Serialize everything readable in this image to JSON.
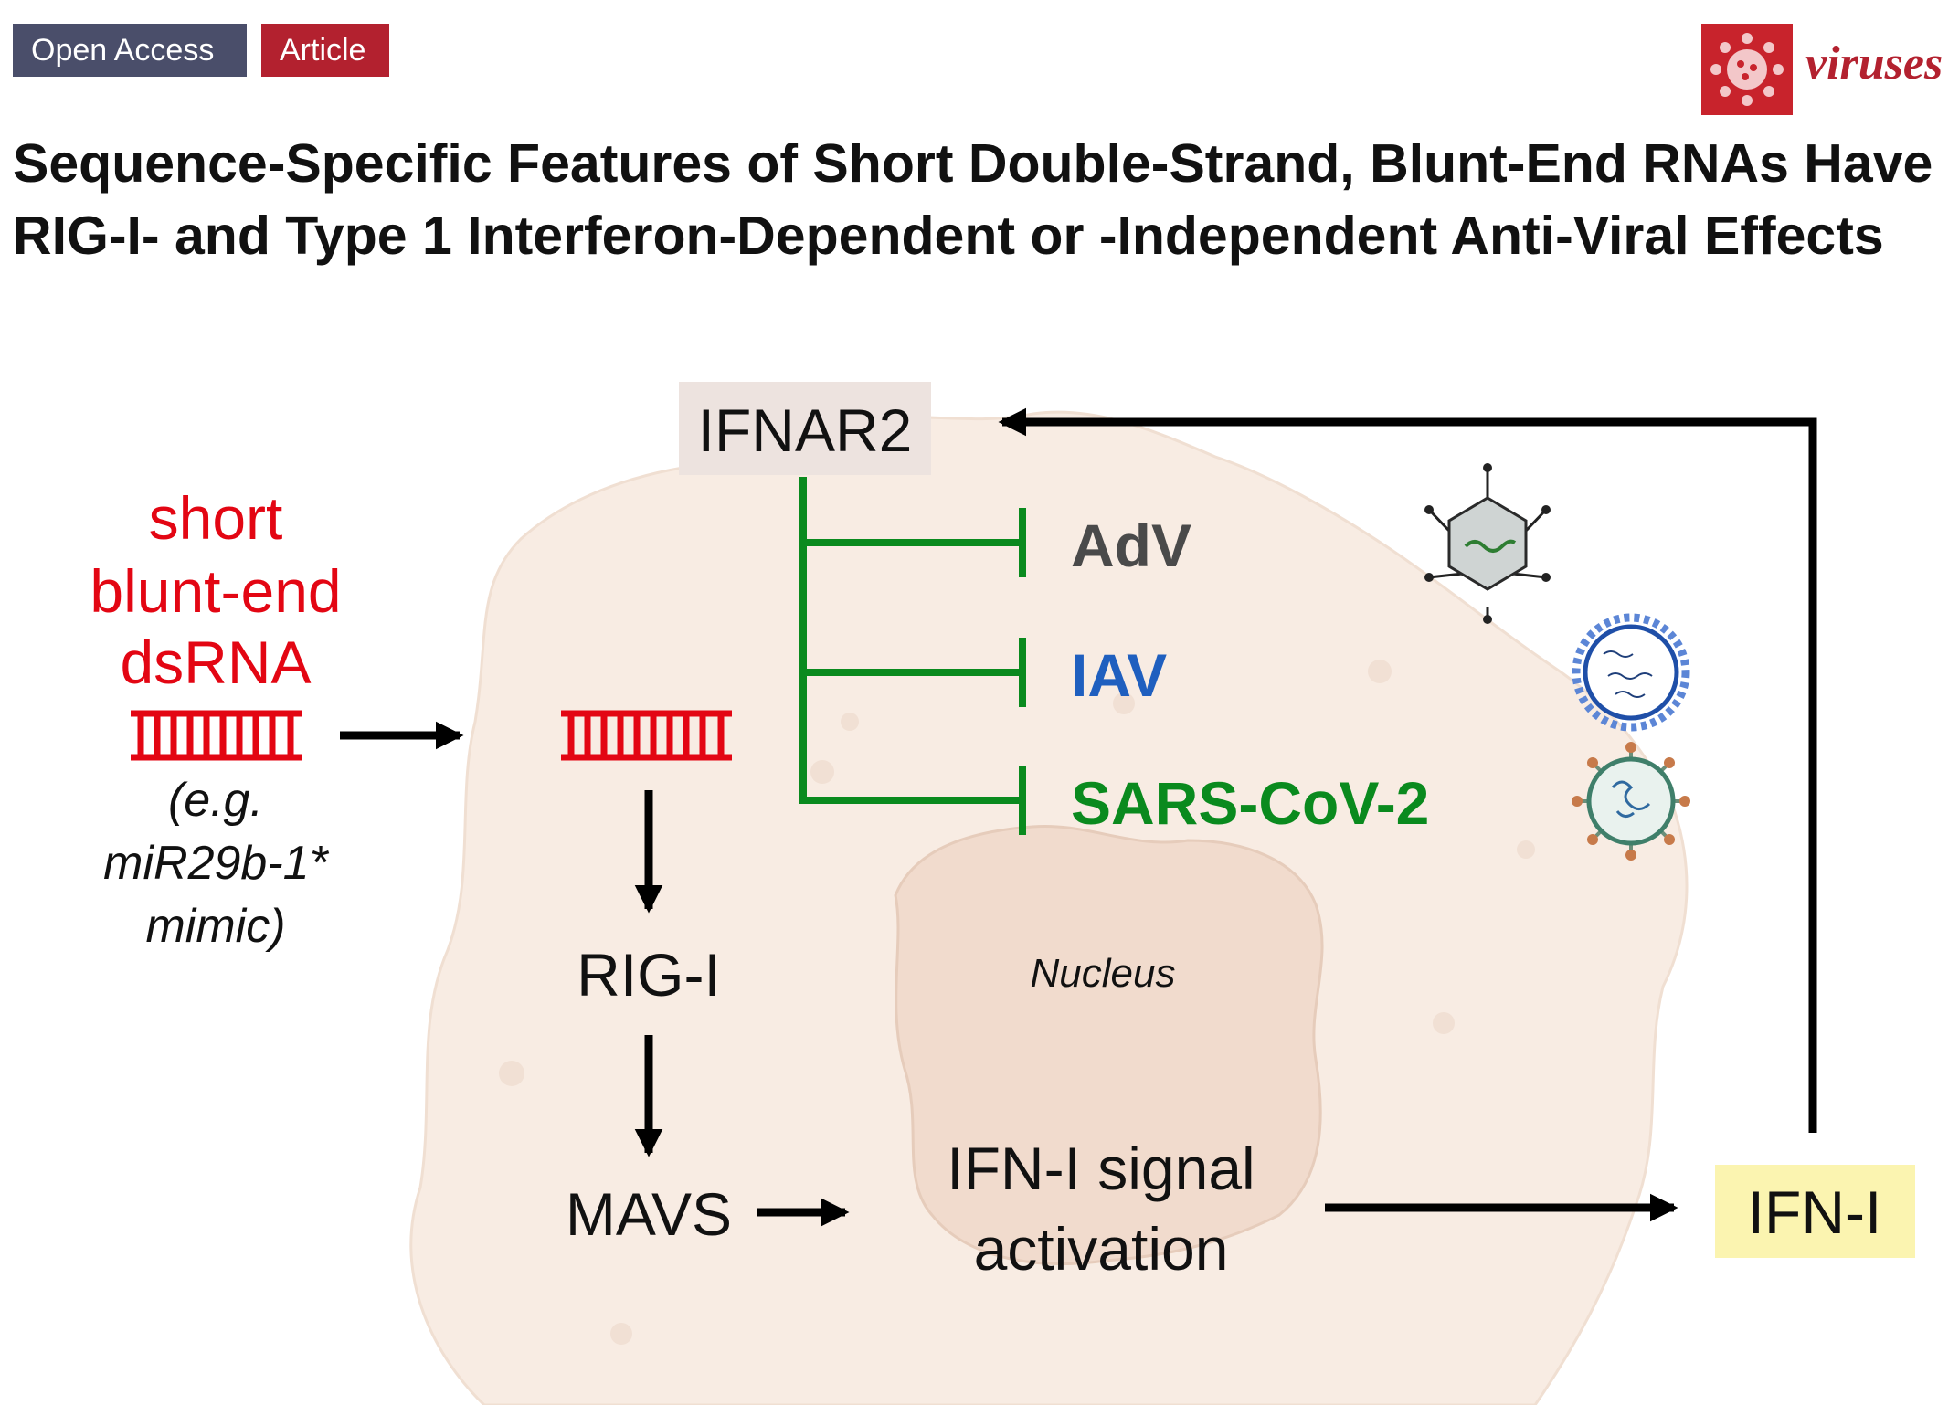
{
  "header": {
    "badge_open_access": "Open Access",
    "badge_article": "Article",
    "journal_name": "viruses",
    "title": "Sequence-Specific Features of Short Double-Strand, Blunt-End RNAs Have RIG-I- and Type 1 Interferon-Dependent or -Independent Anti-Viral Effects"
  },
  "diagram": {
    "dsrna_label_lines": [
      "short",
      "blunt-end",
      "dsRNA"
    ],
    "example_lines": [
      "(e.g.",
      "miR29b-1*",
      "mimic)"
    ],
    "receptor": "IFNAR2",
    "viruses": [
      "AdV",
      "IAV",
      "SARS-CoV-2"
    ],
    "rig_i": "RIG-I",
    "mavs": "MAVS",
    "nucleus": "Nucleus",
    "signal_lines": [
      "IFN-I signal",
      "activation"
    ],
    "ifn": "IFN-I"
  },
  "colors": {
    "dsrna": "#e30613",
    "inhibition": "#0a8a1e",
    "adv": "#4a4a4a",
    "iav": "#1f5fbf",
    "sars": "#0a8a1e",
    "cell": "#f8ece3",
    "nucleus": "#f1dbcd",
    "receptor_box": "#ede3df",
    "ifn_box": "#fbf4b0"
  }
}
